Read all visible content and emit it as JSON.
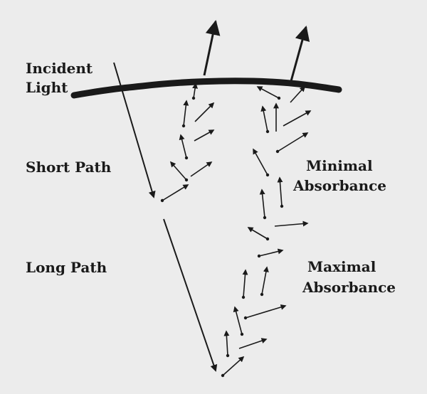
{
  "labels": {
    "incident_1": "Incident",
    "incident_2": "Light",
    "short_path": "Short Path",
    "long_path": "Long Path",
    "minimal_1": "Minimal",
    "minimal_2": "Absorbance",
    "maximal_1": "Maximal",
    "maximal_2": "Absorbance"
  },
  "colors": {
    "ink": "#1a1a1a",
    "background": "#ececec"
  }
}
